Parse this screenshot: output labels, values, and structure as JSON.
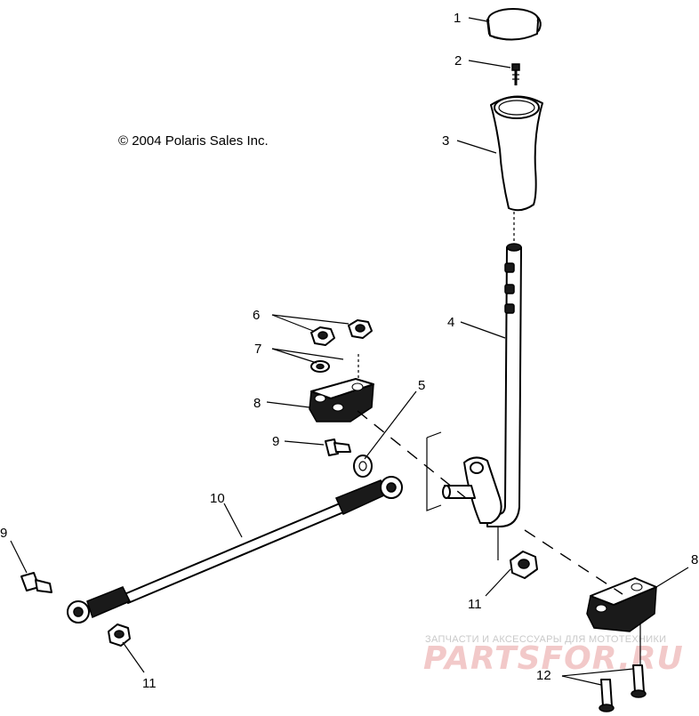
{
  "copyright": "© 2004 Polaris Sales Inc.",
  "watermark": {
    "tagline": "ЗАПЧАСТИ И АКСЕССУАРЫ ДЛЯ МОТОТЕХНИКИ",
    "brand": "PARTSFOR.RU"
  },
  "callouts": {
    "c1": "1",
    "c2": "2",
    "c3": "3",
    "c4": "4",
    "c5": "5",
    "c6": "6",
    "c7": "7",
    "c8a": "8",
    "c8b": "8",
    "c9a": "9",
    "c9b": "9",
    "c10": "10",
    "c11a": "11",
    "c11b": "11",
    "c12": "12"
  }
}
